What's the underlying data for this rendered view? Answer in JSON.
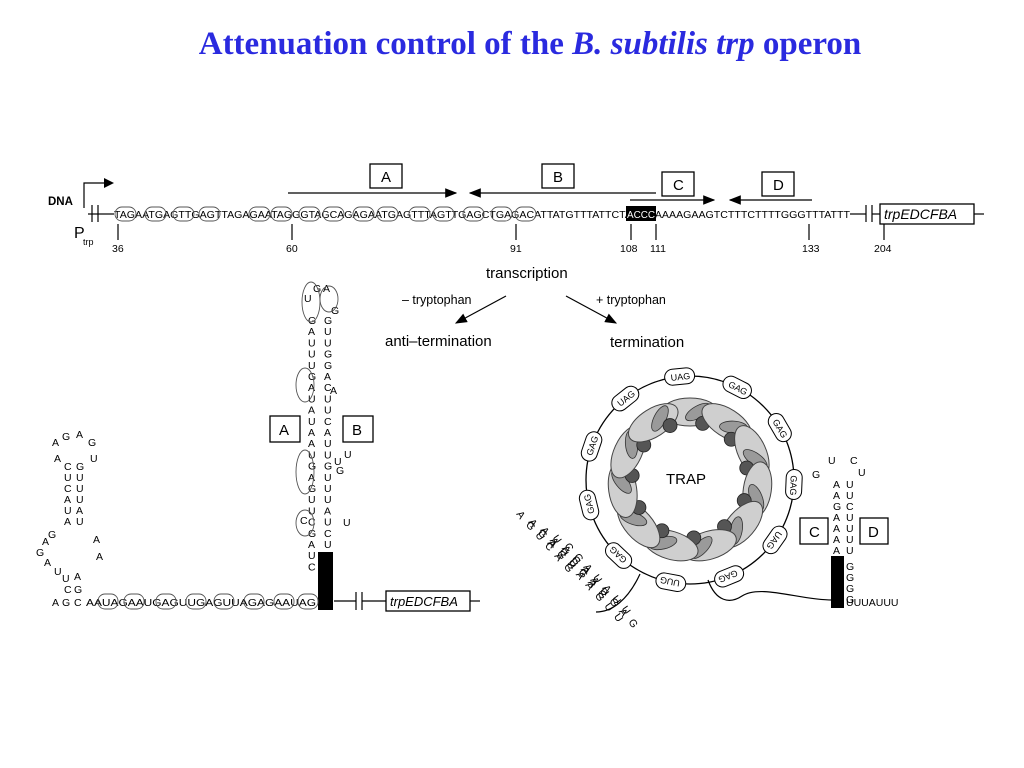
{
  "title": {
    "part1": "Attenuation control of the ",
    "part2": "B. subtilis trp",
    "part3": " operon"
  },
  "dna": {
    "label": "DNA",
    "promoter": "P",
    "promoter_sub": "trp",
    "sequence": "TAGAATGAGTTGAGTTAGAGAATAGGGTAGCAGAGAATGAGTTTAGTTGAGCTGAGACATTATGTTTATTCTACCCAAAAGAAGTCTTTCTTTTGGGTTTATTT",
    "highlight": "ACCC",
    "gene": "trpEDCFBA",
    "positions": [
      "36",
      "60",
      "91",
      "108",
      "111",
      "133",
      "204"
    ]
  },
  "regions": [
    "A",
    "B",
    "C",
    "D"
  ],
  "transcription": "transcription",
  "minus_trp": "– tryptophan",
  "plus_trp": "+ tryptophan",
  "anti_termination": "anti–termination",
  "termination": "termination",
  "trap": "TRAP",
  "anti_bottom_seq": "AAUAGAAUGAGUUGAGUUAGAGAAUAG",
  "term_bottom_seq": "UUUAUUU",
  "trap_repeats": [
    "UAG",
    "GAG",
    "GAG",
    "GAG",
    "UAG",
    "GAG",
    "UUG",
    "GAG",
    "GAG",
    "GAG",
    "UAG"
  ],
  "labels": {
    "c": "C",
    "g": "G",
    "a": "A",
    "u": "U"
  }
}
